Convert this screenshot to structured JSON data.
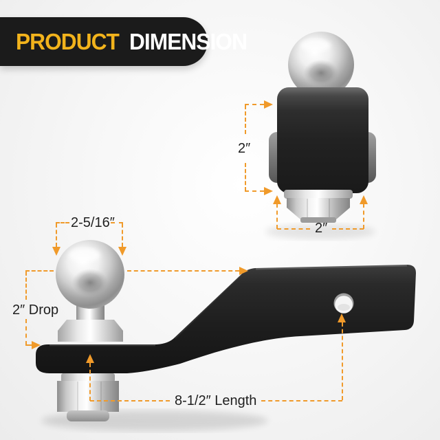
{
  "header": {
    "title_part1": "PRODUCT",
    "title_part2": "DIMENSION"
  },
  "colors": {
    "accent_orange": "#F09A2A",
    "banner_bg": "#1B1B1B",
    "title_part1_color": "#F2B31C",
    "title_part2_color": "#FFFFFF"
  },
  "front_view": {
    "dim_height": "2″",
    "dim_width": "2″"
  },
  "side_view": {
    "dim_ball_diameter": "2-5/16″",
    "dim_drop": "2″ Drop",
    "dim_length": "8-1/2″ Length"
  }
}
